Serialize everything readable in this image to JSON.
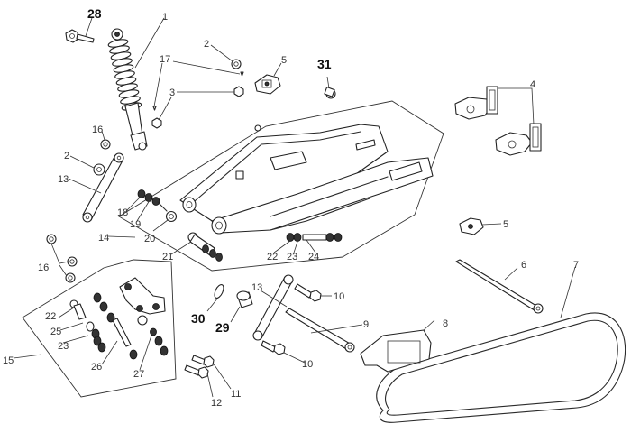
{
  "diagram": {
    "type": "exploded-parts-diagram",
    "subject": "rear suspension / swingarm assembly",
    "callouts": [
      {
        "id": "c28",
        "number": "28",
        "part": "shock mounting bolt",
        "bold": true
      },
      {
        "id": "c1",
        "number": "1",
        "part": "rear shock absorber"
      },
      {
        "id": "c2a",
        "number": "2",
        "part": "nut (top)"
      },
      {
        "id": "c17",
        "number": "17",
        "part": "small screw / clip"
      },
      {
        "id": "c3",
        "number": "3",
        "part": "nut"
      },
      {
        "id": "c5a",
        "number": "5",
        "part": "chain adjuster block (top)"
      },
      {
        "id": "c31",
        "number": "31",
        "part": "bushing",
        "bold": true
      },
      {
        "id": "c4",
        "number": "4",
        "part": "chain adjuster plates"
      },
      {
        "id": "c16a",
        "number": "16",
        "part": "nut (upper)"
      },
      {
        "id": "c2b",
        "number": "2",
        "part": "nut (link)"
      },
      {
        "id": "c13a",
        "number": "13",
        "part": "linkage rod (upper)"
      },
      {
        "id": "c18",
        "number": "18",
        "part": "bearing"
      },
      {
        "id": "c19",
        "number": "19",
        "part": "seal"
      },
      {
        "id": "c20",
        "number": "20",
        "part": "washer"
      },
      {
        "id": "c14",
        "number": "14",
        "part": "swingarm assembly"
      },
      {
        "id": "c21",
        "number": "21",
        "part": "pivot sleeve"
      },
      {
        "id": "c22a",
        "number": "22",
        "part": "bushing (swingarm)"
      },
      {
        "id": "c23a",
        "number": "23",
        "part": "seal (swingarm)"
      },
      {
        "id": "c24",
        "number": "24",
        "part": "sleeve"
      },
      {
        "id": "c5b",
        "number": "5",
        "part": "chain adjuster block (right)"
      },
      {
        "id": "c16b",
        "number": "16",
        "part": "nuts (lower pair)"
      },
      {
        "id": "c6",
        "number": "6",
        "part": "swingarm pivot bolt"
      },
      {
        "id": "c7",
        "number": "7",
        "part": "drive chain"
      },
      {
        "id": "c30",
        "number": "30",
        "part": "washer",
        "bold": true
      },
      {
        "id": "c29",
        "number": "29",
        "part": "bushing",
        "bold": true
      },
      {
        "id": "c13b",
        "number": "13",
        "part": "linkage rod (lower)"
      },
      {
        "id": "c10a",
        "number": "10",
        "part": "bolt (upper)"
      },
      {
        "id": "c9",
        "number": "9",
        "part": "long bolt"
      },
      {
        "id": "c8",
        "number": "8",
        "part": "chain slider"
      },
      {
        "id": "c10b",
        "number": "10",
        "part": "bolt (lower)"
      },
      {
        "id": "c22b",
        "number": "22",
        "part": "bushing (linkage)"
      },
      {
        "id": "c25",
        "number": "25",
        "part": "collar"
      },
      {
        "id": "c23b",
        "number": "23",
        "part": "seal (linkage)"
      },
      {
        "id": "c15",
        "number": "15",
        "part": "linkage assembly"
      },
      {
        "id": "c26",
        "number": "26",
        "part": "sleeve (linkage)"
      },
      {
        "id": "c27",
        "number": "27",
        "part": "bearing set"
      },
      {
        "id": "c11",
        "number": "11",
        "part": "bolt"
      },
      {
        "id": "c12",
        "number": "12",
        "part": "bolt"
      }
    ]
  }
}
